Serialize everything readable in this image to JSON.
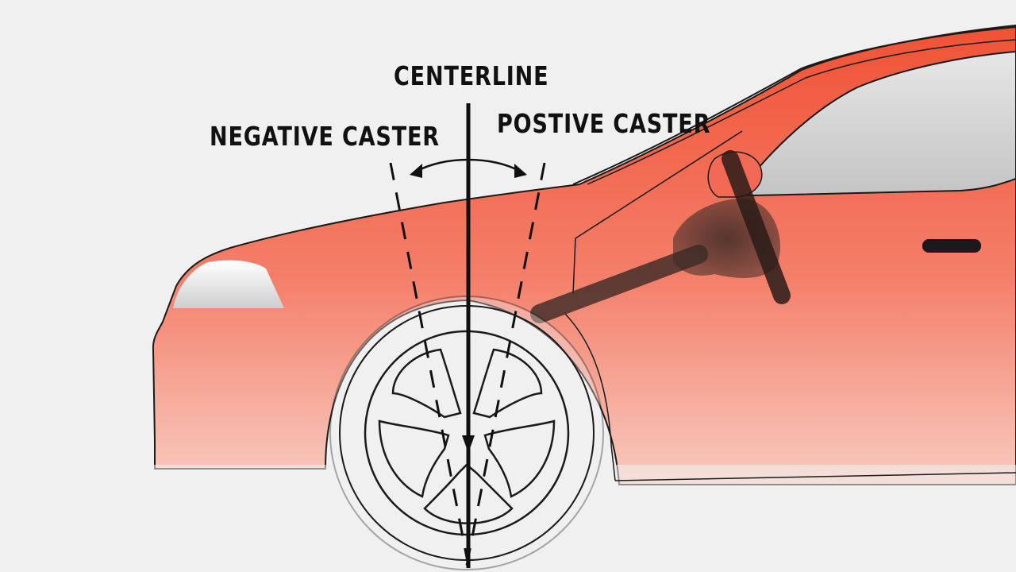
{
  "labels": {
    "centerline": "CENTERLINE",
    "negative_caster": "NEGATIVE CASTER",
    "positive_caster": "POSTIVE CASTER"
  },
  "colors": {
    "background": "#f0f0f0",
    "car_body_top": "#f25a3f",
    "car_body_bottom": "#f6c2b4",
    "outline": "#1a1a1a",
    "window": "#d9d9d9",
    "steering": "#3a2a26"
  },
  "icons": {
    "caster_arrow": "curved-double-arrow-icon"
  }
}
